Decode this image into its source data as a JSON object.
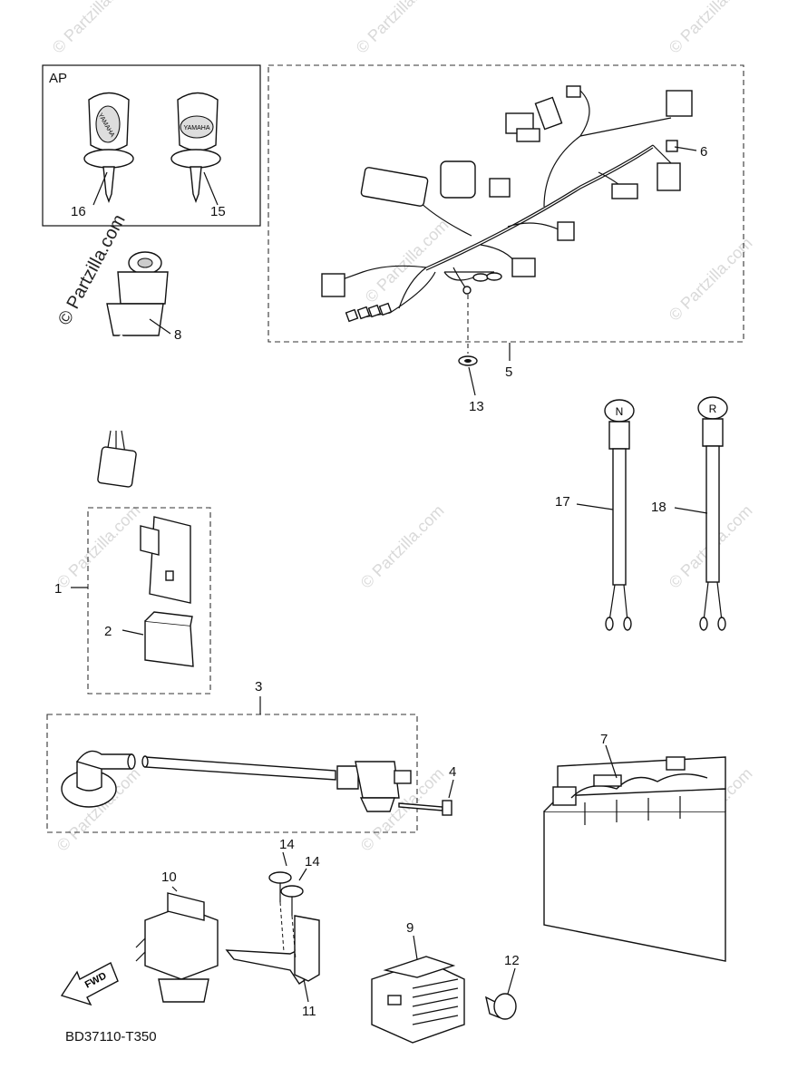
{
  "kit_label": "AP",
  "diagram_code": "BD37110-T350",
  "direction_label": "FWD",
  "watermark_text": "© Partzilla.com",
  "callouts": {
    "c1": "1",
    "c2": "2",
    "c3": "3",
    "c4": "4",
    "c5": "5",
    "c6": "6",
    "c7": "7",
    "c8": "8",
    "c9": "9",
    "c10": "10",
    "c11": "11",
    "c12": "12",
    "c13": "13",
    "c14a": "14",
    "c14b": "14",
    "c15": "15",
    "c16": "16",
    "c17": "17",
    "c18": "18"
  },
  "button_letters": {
    "neutral": "N",
    "reverse": "R"
  },
  "key_brand": "YAMAHA"
}
